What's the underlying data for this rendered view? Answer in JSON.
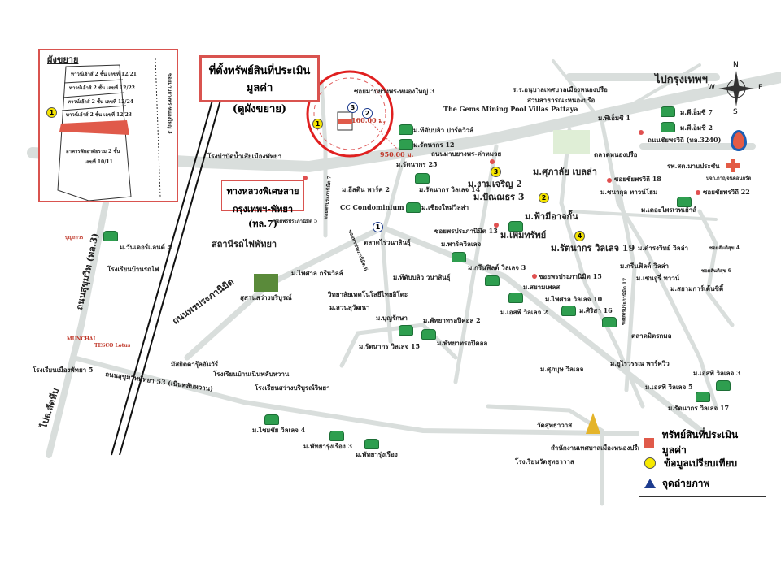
{
  "title": {
    "line1": "ที่ตั้งทรัพย์สินที่ประเมินมูลค่า",
    "line2": "(ดูผังขยาย)"
  },
  "inset": {
    "title": "ผังขยาย",
    "rows": [
      "ทาวน์เฮ้าส์ 2 ชั้น เลขที่ 12/21",
      "ทาวน์เฮ้าส์ 2 ชั้น เลขที่ 12/22",
      "ทาวน์เฮ้าส์ 2 ชั้น เลขที่ 12/24",
      "ทาวน์เฮ้าส์ 2 ชั้น เลขที่ 12/23"
    ],
    "building": "อาคารพักอาศัยรวม 2 ชั้น",
    "building_no": "เลขที่ 10/11",
    "road": "ซอยมาบยางพร-หนองใหญ่ 3",
    "marker": "1"
  },
  "highway": {
    "line1": "ทางหลวงพิเศษสาย",
    "line2": "กรุงเทพฯ-พัทยา (ทล.7)"
  },
  "compass": {
    "n": "N",
    "s": "S",
    "e": "E",
    "w": "W"
  },
  "markers": {
    "subject": "1",
    "c2": "2",
    "c3": "3",
    "c4": "4",
    "p1": "1",
    "p2": "2",
    "p3": "3"
  },
  "distances": {
    "d1": "160.00 ม.",
    "d2": "950.00 ม."
  },
  "labels": [
    "ซอยมาบยางพร-หนองใหญ่ 3",
    "ม.ทีดับบลิว ปาร์ควิวล์",
    "ม.รัตนากร 12",
    "ถนนมาบยางพร-ค่าหมวย",
    "โรงบำบัดน้ำเสียเมืองพัทยา",
    "ม.รัตนากร 25",
    "ม.อีสติน พาร์ค 2",
    "ม.รัตนากร วิลเลจ 14",
    "CC Condominium",
    "ม.เชียงใหม่วิลล่า",
    "ม.งามเจริญ 2",
    "ม.ปัณณธร 3",
    "ม.ศุภาลัย เบลล่า",
    "ม.ฟ้ามีอาจกั้น",
    "ร.ร.อนุบาลเทศบาลเมืองหนองปรือ",
    "สวนสาธารณะหนองปรือ",
    "The Gems Mining Pool Villas Pattaya",
    "ไปกรุงเทพฯ",
    "ม.พีเอ็มซี 7",
    "ม.พีเอ็มซี 1",
    "ม.พีเอ็มซี 2",
    "ถนนชัยพรวิถี (ทล.3240)",
    "ตลาดหนองปรือ",
    "รพ.สต.มาบประชัน",
    "บจก.กาญจนคอนกรีต",
    "ซอยชัยพรวิถี 18",
    "ม.ชนากุล ทาวน์โฮม",
    "ซอยชัยพรวิถี 22",
    "ม.เดอะไพรเวทเฮ้าส์",
    "ซอยพรประภานิมิต 5",
    "สถานีรถไฟพัทยา",
    "ม.วันเดอร์แลนด์ 4",
    "โรงเรียนบ้านรถไฟ",
    "ตลาดไร่วนาสินธุ์",
    "ซอยพรประภานิมิต 13",
    "ม.เพิ่มทรัพย์",
    "ม.พาร์ควิลเลจ",
    "ม.รัตนากร วิลเลจ 19",
    "ม.ดำรงวิทย์ วิลล่า",
    "ซอยสันติสุข 4",
    "ม.ไพศาล กรีนวิลล์",
    "ม.ทีดับบลิว วนาสินธุ์",
    "ม.กรีนฟิลด์ วิลเลจ 3",
    "ซอยพรประภานิมิต 15",
    "ม.กรีนฟิลด์ วิลล่า",
    "ม.เซนจูรี่ ทาวน์",
    "ซอยสันติสุข 6",
    "สุสานสว่างบริบูรณ์",
    "วิทยาลัยเทคโนโลยีไทยอิโตะ",
    "ม.สวนสุวัฒนา",
    "ม.สยามเพลส",
    "ม.ไพศาล วิลเลจ 10",
    "ม.สยามการ์เด้นซิตี้",
    "ม.เอสพี วิลเลจ 2",
    "ม.ศิริสา 16",
    "ม.บุญรักษา",
    "ม.พัทยาทรอปิคอล 2",
    "ตลาดมิตรกมล",
    "ม.พัทยาทรอปิคอล",
    "ม.รัตนากร วิลเลจ 15",
    "โรงเรียนเมืองพัทยา 5",
    "มัสยิดดารุ้ลอันวัร์",
    "โรงเรียนบ้านเนินพลับหวาน",
    "โรงเรียนสว่างบริบูรณ์วิทยา",
    "ม.ไชยชัย วิลเลจ 4",
    "ม.พัทยารุ่งเรือง 3",
    "ม.พัทยารุ่งเรือง",
    "ม.ศุภบุษ วิลเลจ",
    "ม.ยูไรวรรณ พาร์ควิว",
    "ม.เอสพี วิลเลจ 3",
    "ม.เอสพี วิลเลจ 5",
    "ม.รัตนากร วิลเลจ 17",
    "วัดสุทธาวาส",
    "สำนักงานเทศบาลเมืองหนองปรือ",
    "โรงเรียนวัดสุทธาวาส",
    "บุญถาวร",
    "MUNCHAI",
    "TESCO Lotus"
  ],
  "rotated": {
    "sukhumvit": "ถนนสุขุมวิท (ทล.3)",
    "pornprapa": "ถนนพรประภานิมิต",
    "soi6": "ซอยพรประภานิมิต 6",
    "soi7": "ซอยพรประภานิมิต 7",
    "soi17": "ซอยพรประภานิมิต 17",
    "sattahip": "ไปอ.สัตหีบ",
    "p53": "ถนนสุขุมวิทพัทยา 53 (เนินพลับหวาน)"
  },
  "legend": {
    "subject": "ทรัพย์สินที่ประเมินมูลค่า",
    "comparable": "ข้อมูลเปรียบเทียบ",
    "photo": "จุดถ่ายภาพ"
  },
  "colors": {
    "road": "#d9dedc",
    "accent": "#e05a4a",
    "marker": "#f7ea00",
    "home": "#2e9e4f"
  }
}
